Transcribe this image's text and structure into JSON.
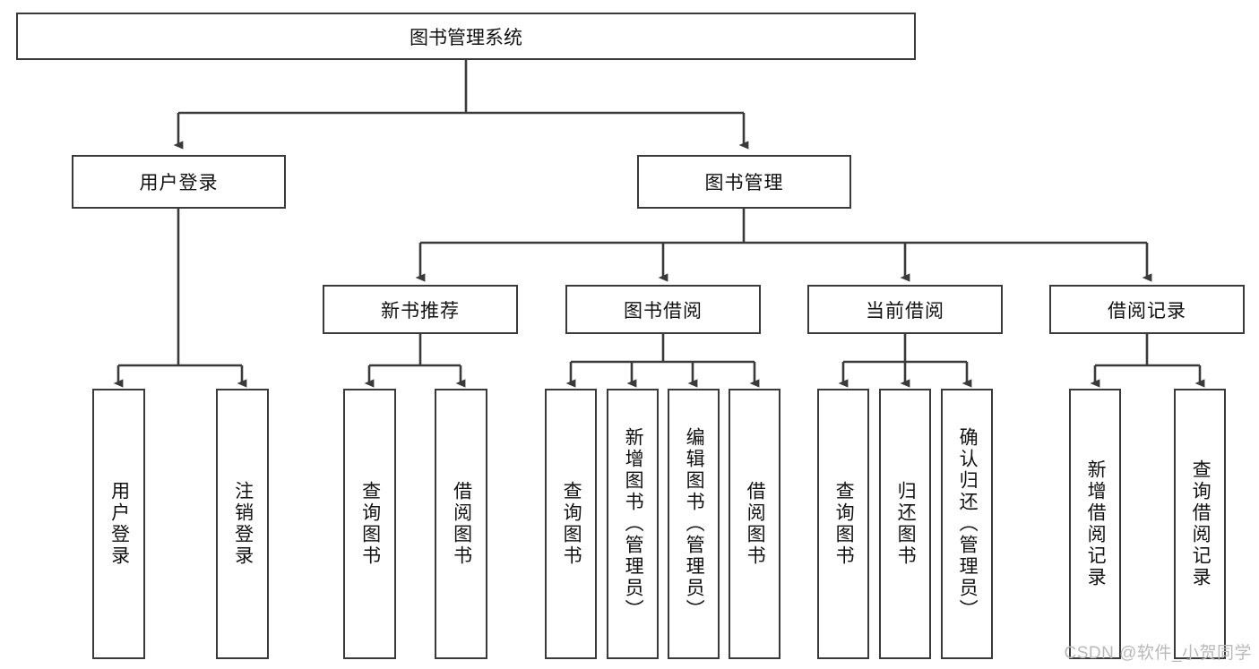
{
  "diagram": {
    "type": "tree",
    "title": "图书管理系统",
    "orientation": "top-down",
    "root": {
      "id": "root",
      "label": "图书管理系统",
      "text_direction": "horizontal"
    },
    "level2": [
      {
        "id": "user-login",
        "label": "用户登录",
        "text_direction": "horizontal"
      },
      {
        "id": "book-manage",
        "label": "图书管理",
        "text_direction": "horizontal"
      }
    ],
    "level3": [
      {
        "id": "new-book-rec",
        "label": "新书推荐",
        "text_direction": "horizontal"
      },
      {
        "id": "book-borrow",
        "label": "图书借阅",
        "text_direction": "horizontal"
      },
      {
        "id": "current-borrow",
        "label": "当前借阅",
        "text_direction": "horizontal"
      },
      {
        "id": "borrow-record",
        "label": "借阅记录",
        "text_direction": "horizontal"
      }
    ],
    "leaves": {
      "user_login": [
        {
          "id": "leaf-user-login",
          "label": "用户登录",
          "text_direction": "vertical"
        },
        {
          "id": "leaf-logout",
          "label": "注销登录",
          "text_direction": "vertical"
        }
      ],
      "new_book_rec": [
        {
          "id": "leaf-query-book-1",
          "label": "查询图书",
          "text_direction": "vertical"
        },
        {
          "id": "leaf-borrow-book-1",
          "label": "借阅图书",
          "text_direction": "vertical"
        }
      ],
      "book_borrow": [
        {
          "id": "leaf-query-book-2",
          "label": "查询图书",
          "text_direction": "vertical"
        },
        {
          "id": "leaf-add-book",
          "label": "新增图书（管理员）",
          "text_direction": "vertical"
        },
        {
          "id": "leaf-edit-book",
          "label": "编辑图书（管理员）",
          "text_direction": "vertical"
        },
        {
          "id": "leaf-borrow-book-2",
          "label": "借阅图书",
          "text_direction": "vertical"
        }
      ],
      "current_borrow": [
        {
          "id": "leaf-query-book-3",
          "label": "查询图书",
          "text_direction": "vertical"
        },
        {
          "id": "leaf-return-book",
          "label": "归还图书",
          "text_direction": "vertical"
        },
        {
          "id": "leaf-confirm-return",
          "label": "确认归还（管理员）",
          "text_direction": "vertical"
        }
      ],
      "borrow_record": [
        {
          "id": "leaf-add-record",
          "label": "新增借阅记录",
          "text_direction": "vertical"
        },
        {
          "id": "leaf-query-record",
          "label": "查询借阅记录",
          "text_direction": "vertical"
        }
      ]
    },
    "colors": {
      "stroke": "#3a3a3a",
      "fill": "#ffffff",
      "text": "#111111",
      "watermark": "#b9b9b9"
    }
  },
  "watermark": {
    "text": "CSDN @软件_小贺同学"
  }
}
